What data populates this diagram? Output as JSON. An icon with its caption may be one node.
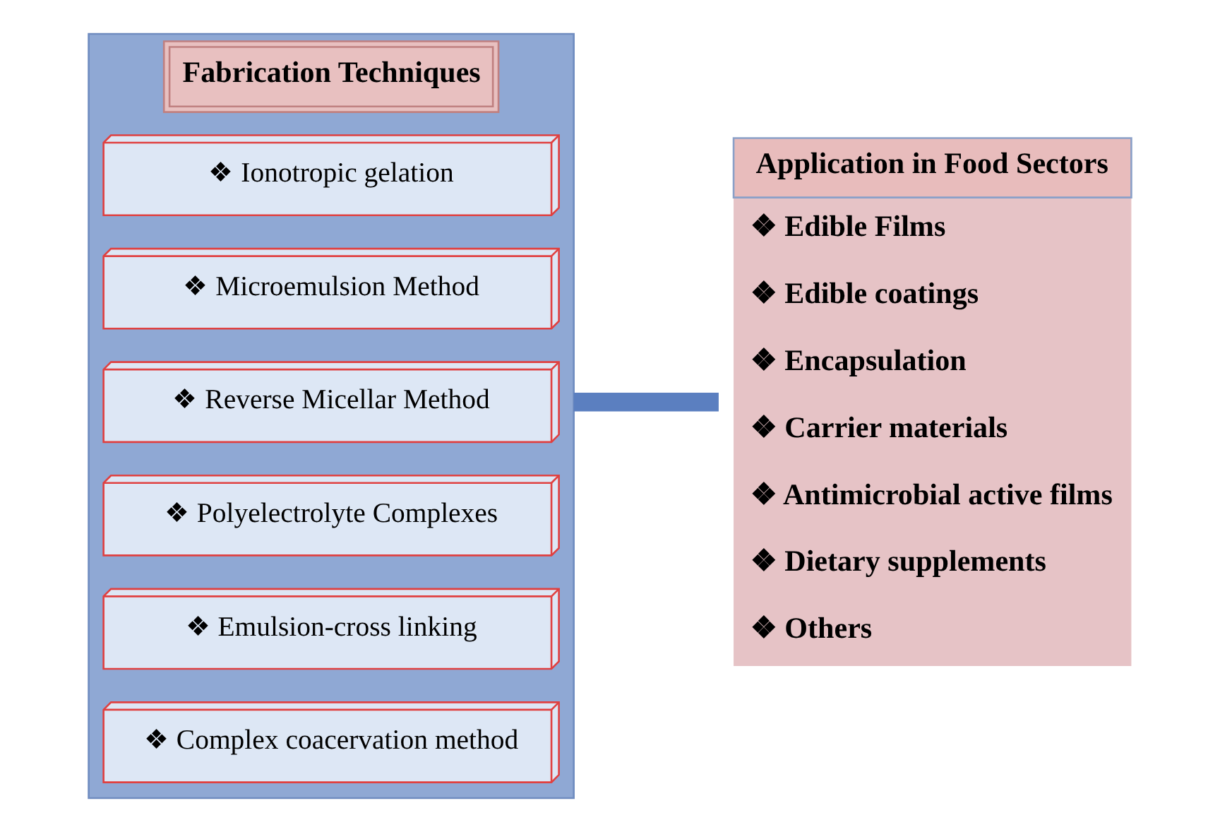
{
  "diagram": {
    "nodes": [
      {
        "text": [
          "Fabrication Techniques"
        ]
      },
      {
        "text": [
          "❖ Ionotropic gelation"
        ],
        "in": 0
      },
      {
        "text": [
          "❖ Microemulsion Method"
        ],
        "in": 0
      },
      {
        "text": [
          "❖ Reverse Micellar Method"
        ],
        "in": 0
      },
      {
        "text": [
          "❖ Polyelectrolyte Complexes"
        ],
        "in": 0
      },
      {
        "text": [
          "❖ Emulsion-cross linking"
        ],
        "in": 0
      },
      {
        "text": [
          "❖ Complex coacervation method"
        ],
        "in": 0
      },
      {
        "text": [
          "Application in Food Sectors",
          "❖ Edible Films",
          "❖ Edible coatings",
          "❖ Encapsulation",
          "❖ Carrier materials",
          "❖ Antimicrobial active films",
          "❖ Dietary supplements",
          "❖ Others"
        ]
      }
    ],
    "edges": [
      {
        "from": 0,
        "to": 7,
        "arrow": "none"
      }
    ]
  }
}
